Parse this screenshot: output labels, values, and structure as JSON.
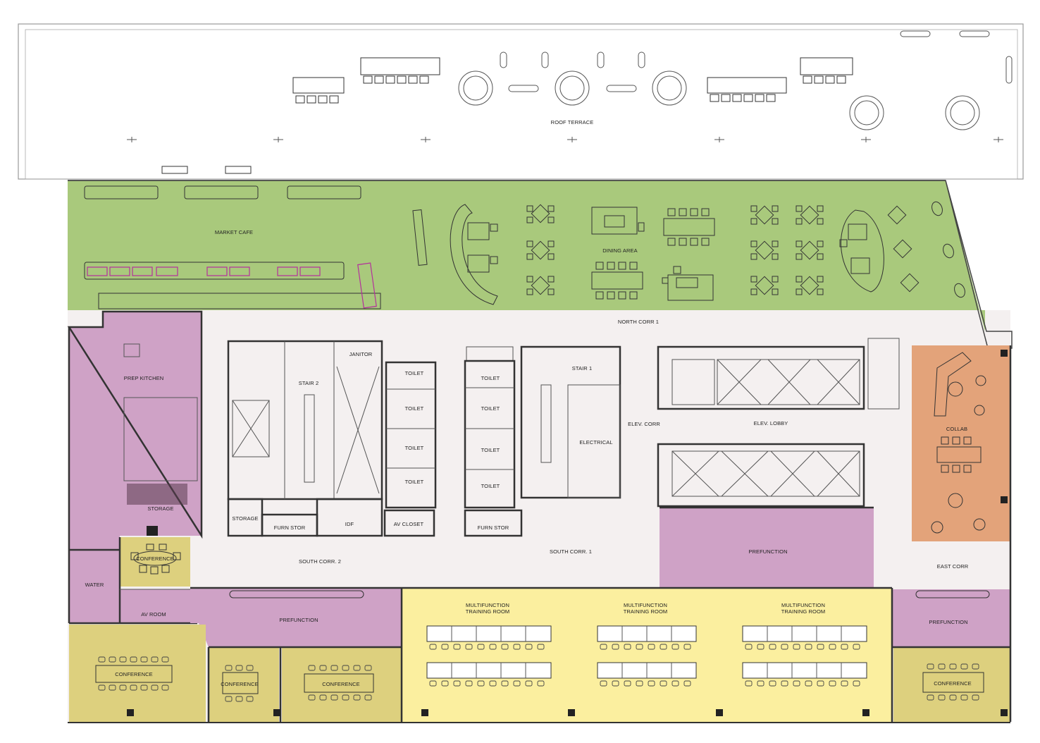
{
  "colors": {
    "cafe": "#a9c97c",
    "support": "#cfa2c6",
    "training": "#fbef9f",
    "conference": "#ddd07e",
    "collab": "#e3a37a",
    "corridor": "#f4f0f0",
    "terrace": "#ffffff",
    "wall": "#333333"
  },
  "labels": {
    "roof_terrace": "ROOF TERRACE",
    "market_cafe": "MARKET CAFE",
    "dining_area": "DINING AREA",
    "north_corr": "NORTH CORR 1",
    "prep_kitchen": "PREP KITCHEN",
    "janitor": "JANITOR",
    "stair2": "STAIR 2",
    "stair1": "STAIR 1",
    "toilet": "TOILET",
    "electrical": "ELECTRICAL",
    "elev_corr": "ELEV. CORR",
    "elev_lobby": "ELEV. LOBBY",
    "collab": "COLLAB",
    "storage": "STORAGE",
    "furn_stor": "FURN STOR",
    "idf": "IDF",
    "av_closet": "AV CLOSET",
    "south_corr1": "SOUTH CORR. 1",
    "south_corr2": "SOUTH CORR. 2",
    "prefunction": "PREFUNCTION",
    "east_corr": "EAST CORR",
    "conference": "CONFERENCE",
    "water": "WATER",
    "av_room": "AV ROOM",
    "multifunction_line1": "MULTIFUNCTION",
    "multifunction_line2": "TRAINING ROOM"
  }
}
